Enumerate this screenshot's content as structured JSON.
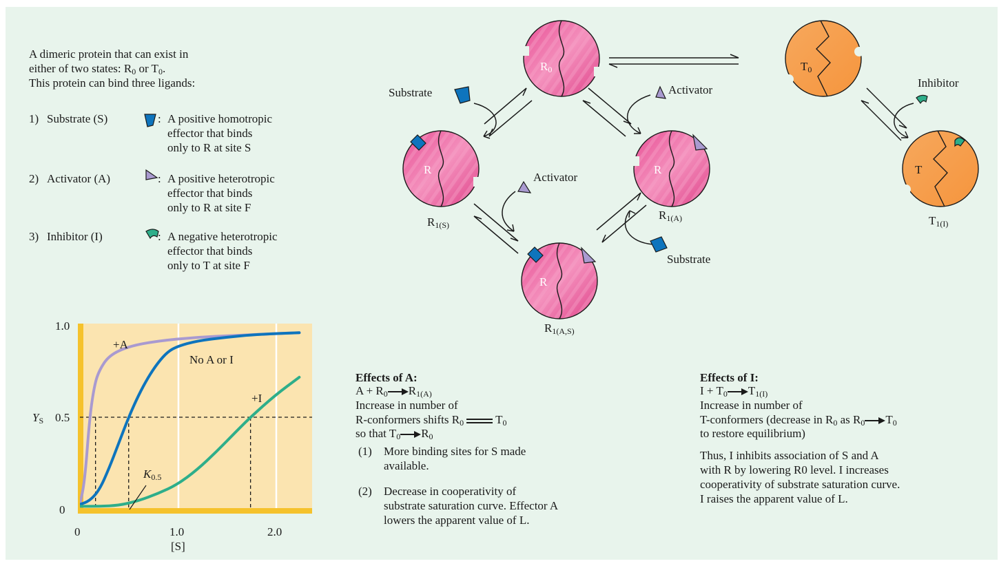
{
  "intro": {
    "line1": "A dimeric protein that can exist in",
    "line2_pre": "either of two states: R",
    "line2_sub1": "0",
    "line2_mid": " or T",
    "line2_sub2": "0",
    "line2_post": ".",
    "line3": "This protein can bind three ligands:"
  },
  "ligands": [
    {
      "num": "1)",
      "name": "Substrate (S)",
      "desc": [
        "A positive homotropic",
        "effector that binds",
        "only to R at site S"
      ],
      "color": "#0e74bd"
    },
    {
      "num": "2)",
      "name": "Activator (A)",
      "desc": [
        "A positive heterotropic",
        "effector that binds",
        "only to R at site F"
      ],
      "color": "#a99ad0"
    },
    {
      "num": "3)",
      "name": "Inhibitor (I)",
      "desc": [
        "A negative heterotropic",
        "effector that binds",
        "only to T at site F"
      ],
      "color": "#2eae8a"
    }
  ],
  "states": {
    "r0": {
      "main": "R",
      "sub": "0"
    },
    "t0": {
      "main": "T",
      "sub": "0"
    },
    "r1s_inner": "R",
    "r1a_inner": "R",
    "r1as_inner": "R",
    "t1_inner": "T",
    "r1s": {
      "main": "R",
      "sub": "1(S)"
    },
    "r1a": {
      "main": "R",
      "sub": "1(A)"
    },
    "r1as": {
      "main": "R",
      "sub": "1(A,S)"
    },
    "t1": {
      "main": "T",
      "sub": "1(I)"
    }
  },
  "ligand_labels": {
    "substrate_top": "Substrate",
    "activator_top": "Activator",
    "activator_mid": "Activator",
    "substrate_bottom": "Substrate",
    "inhibitor": "Inhibitor"
  },
  "effects_a": {
    "title": "Effects of A:",
    "eq_lhs": "A + R",
    "eq_lhs_sub": "0",
    "eq_rhs": "R",
    "eq_rhs_sub": "1(A)",
    "line2": "Increase in number of",
    "line3_pre": "R-conformers shifts R",
    "line3_sub": "0",
    "line3_t": "T",
    "line3_tsub": "0",
    "line4_pre": "so that T",
    "line4_sub": "0",
    "line4_r": "R",
    "line4_rsub": "0",
    "points": [
      {
        "n": "(1)",
        "lines": [
          "More binding sites for S made",
          "available."
        ]
      },
      {
        "n": "(2)",
        "lines": [
          "Decrease in cooperativity of",
          "substrate saturation curve.  Effector A",
          "lowers the apparent value of L."
        ]
      }
    ]
  },
  "effects_i": {
    "title": "Effects of I:",
    "eq_lhs": "I + T",
    "eq_lhs_sub": "0",
    "eq_rhs": "T",
    "eq_rhs_sub": "1(I)",
    "line2": "Increase in number of",
    "line3_pre": "T-conformers (decrease in R",
    "line3_sub": "0",
    "line3_mid": " as R",
    "line3_sub2": "0",
    "line3_t": "T",
    "line3_tsub": "0",
    "line4": "to restore equilibrium)",
    "para": [
      "Thus, I inhibits association of S and A",
      "with R by lowering R0 level. I increases",
      "cooperativity of substrate saturation curve.",
      "I raises the apparent value of L."
    ]
  },
  "chart_data": {
    "type": "line",
    "xlabel": "[S]",
    "ylabel": "Y",
    "ylabel_sub": "S",
    "xlim": [
      0,
      2.3
    ],
    "ylim": [
      0,
      1.0
    ],
    "xticks": [
      "0",
      "1.0",
      "2.0"
    ],
    "yticks": [
      "0",
      "0.5",
      "1.0"
    ],
    "grid": "vertical white lines at 1.0 and 2.0",
    "series": [
      {
        "name": "+A",
        "color": "#a99ad0",
        "x": [
          0.0,
          0.05,
          0.1,
          0.15,
          0.2,
          0.3,
          0.5,
          0.8,
          1.2,
          1.6,
          2.0,
          2.25
        ],
        "y": [
          0.02,
          0.15,
          0.5,
          0.68,
          0.76,
          0.84,
          0.89,
          0.92,
          0.94,
          0.95,
          0.96,
          0.965
        ]
      },
      {
        "name": "No A or I",
        "color": "#0e74bd",
        "x": [
          0.0,
          0.1,
          0.2,
          0.3,
          0.4,
          0.5,
          0.6,
          0.7,
          0.8,
          0.9,
          1.0,
          1.2,
          1.5,
          1.8,
          2.25
        ],
        "y": [
          0.02,
          0.04,
          0.1,
          0.22,
          0.36,
          0.5,
          0.62,
          0.72,
          0.8,
          0.86,
          0.89,
          0.92,
          0.94,
          0.955,
          0.965
        ]
      },
      {
        "name": "+I",
        "color": "#2eae8a",
        "x": [
          0.0,
          0.2,
          0.4,
          0.6,
          0.8,
          1.0,
          1.2,
          1.4,
          1.6,
          1.75,
          2.0,
          2.25
        ],
        "y": [
          0.01,
          0.01,
          0.015,
          0.04,
          0.08,
          0.13,
          0.21,
          0.31,
          0.42,
          0.5,
          0.62,
          0.72
        ]
      }
    ],
    "annotations": {
      "k05": "K",
      "k05_sub": "0.5",
      "half_points_x": [
        0.16,
        0.5,
        1.75
      ]
    }
  }
}
